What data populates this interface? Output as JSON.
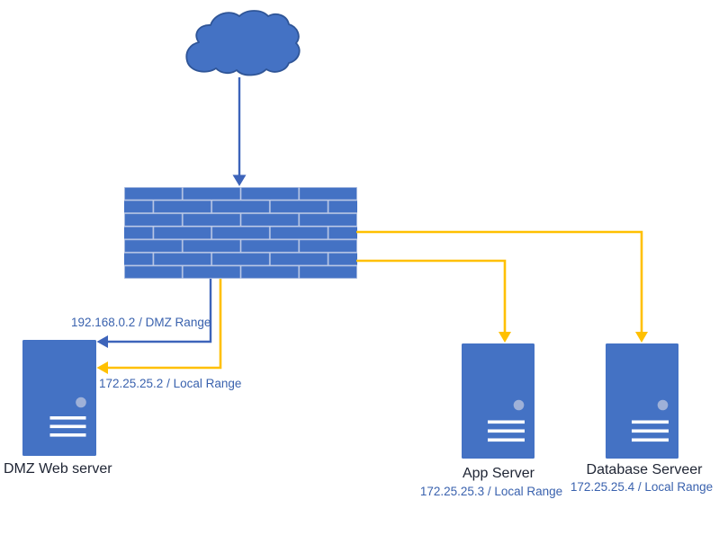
{
  "diagram": {
    "colors": {
      "canvas_bg": "#FFFFFF",
      "node_blue": "#4472C4",
      "cloud_outline": "#2F5597",
      "firewall_mortar": "#BCC9E6",
      "arrow_blue": "#3D64BA",
      "arrow_orange": "#FFC000",
      "label_dark": "#1E2433",
      "label_blue": "#3A62AE",
      "power_dot": "#9FB1D8",
      "vent_white": "#FFFFFF"
    },
    "nodes": {
      "internet": {
        "icon": "cloud-icon"
      },
      "firewall": {
        "icon": "firewall-brick-wall-icon"
      },
      "dmz_web_server": {
        "icon": "server-icon",
        "label": "DMZ Web server"
      },
      "app_server": {
        "icon": "server-icon",
        "label": "App Server",
        "ip": "172.25.25.3 / Local Range"
      },
      "database_server": {
        "icon": "server-icon",
        "label": "Database Serveer",
        "ip": "172.25.25.4 / Local Range"
      }
    },
    "connector_labels": {
      "dmz_range": "192.168.0.2 / DMZ Range",
      "local_range": "172.25.25.2 / Local Range"
    }
  }
}
